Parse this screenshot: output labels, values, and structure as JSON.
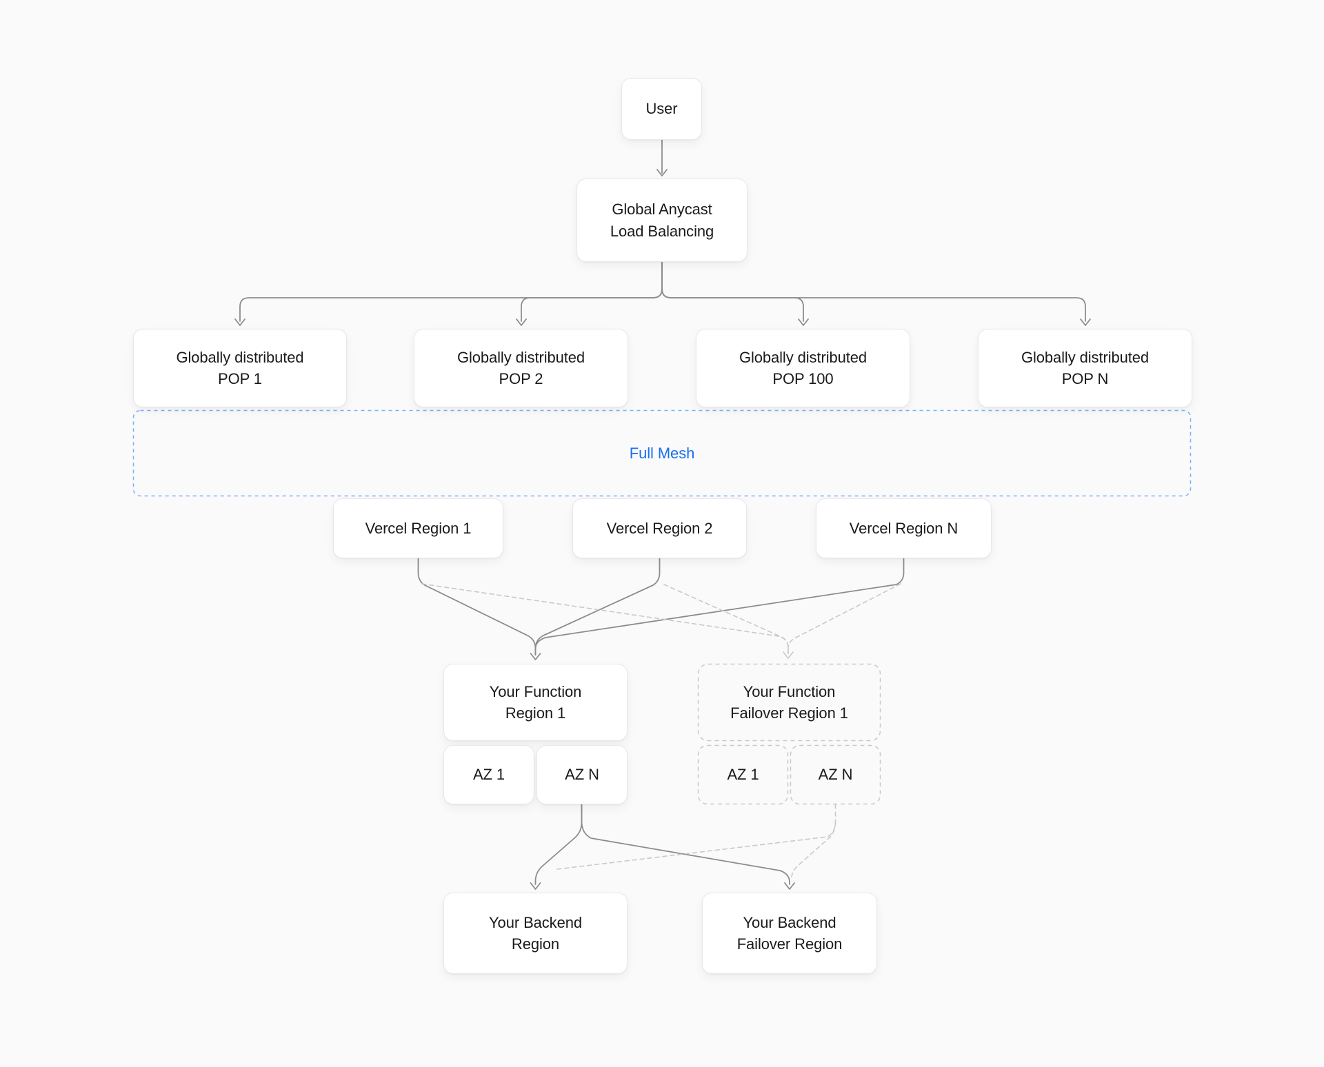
{
  "diagram_title": "Global Anycast Load Balancing architecture",
  "colors": {
    "background": "#fafafa",
    "node_fill": "#ffffff",
    "node_border": "#e8e8e8",
    "text": "#1a1a1a",
    "accent_blue": "#1a6ff2",
    "mesh_dashed_border": "#7ab0f8",
    "connector_solid": "#8c8c8c",
    "connector_dashed": "#c9c9c9"
  },
  "nodes": {
    "user": "User",
    "load_balancer": "Global Anycast\nLoad Balancing",
    "pop_1": "Globally distributed\nPOP 1",
    "pop_2": "Globally distributed\nPOP 2",
    "pop_100": "Globally distributed\nPOP 100",
    "pop_n": "Globally distributed\nPOP N",
    "full_mesh": "Full Mesh",
    "vercel_region_1": "Vercel Region 1",
    "vercel_region_2": "Vercel Region 2",
    "vercel_region_n": "Vercel Region N",
    "function_region": "Your Function\nRegion 1",
    "function_region_az_1": "AZ 1",
    "function_region_az_n": "AZ N",
    "function_failover_region": "Your Function\nFailover Region 1",
    "function_failover_az_1": "AZ 1",
    "function_failover_az_n": "AZ N",
    "backend_region": "Your Backend\nRegion",
    "backend_failover_region": "Your Backend\nFailover Region"
  }
}
